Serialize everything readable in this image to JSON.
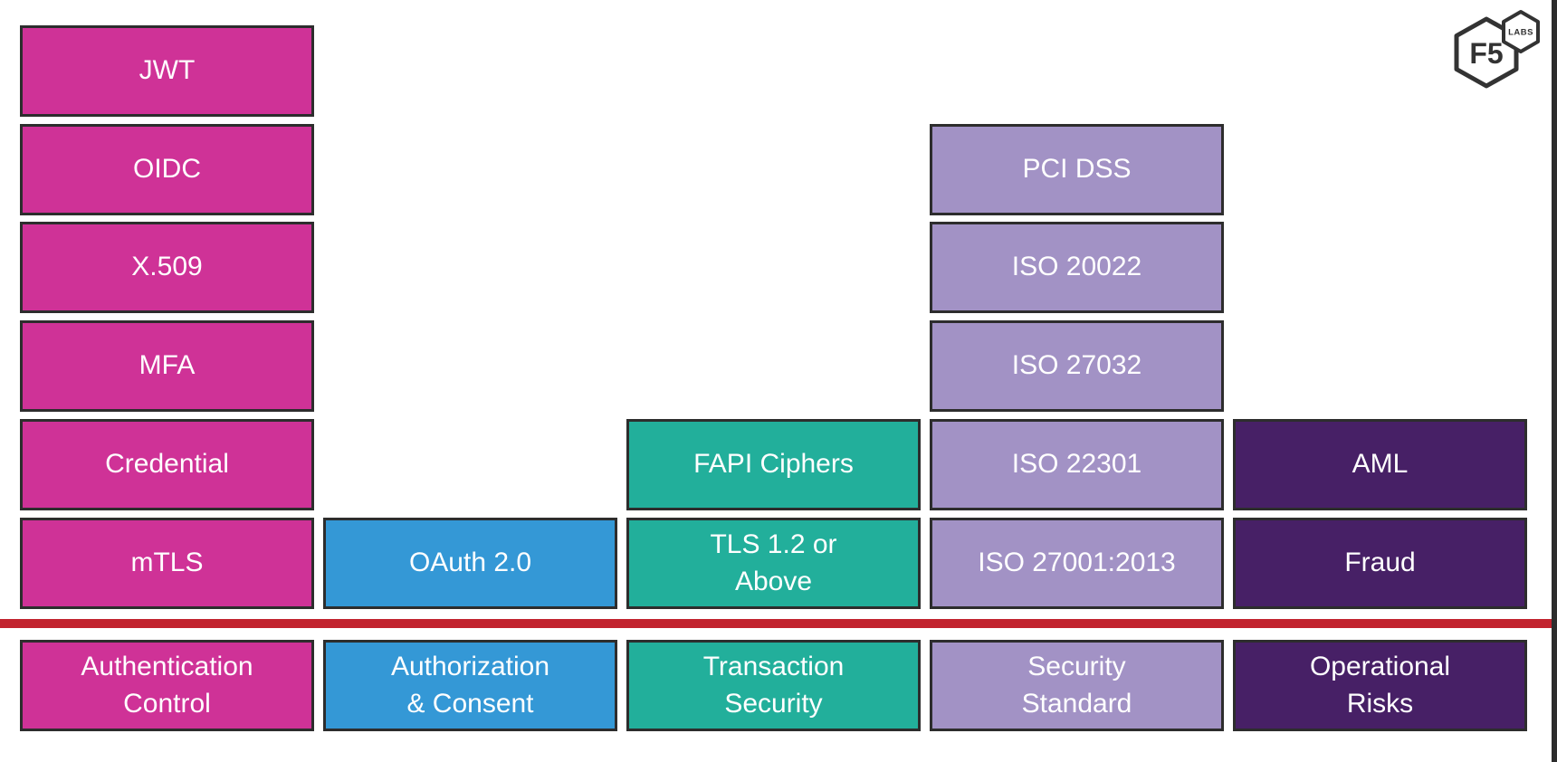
{
  "logo": {
    "brand": "F5",
    "sub": "LABS"
  },
  "colors": {
    "pink": "#CF3297",
    "blue": "#3498D6",
    "teal": "#22AF9B",
    "lightpurple": "#A292C5",
    "darkpurple": "#472066",
    "red_line": "#C2232E",
    "box_border": "#2D2D2D",
    "logo_ink": "#333333",
    "text": "#FFFFFF"
  },
  "columns": [
    {
      "name": "authentication-control",
      "color": "#CF3297",
      "footer": "Authentication\nControl",
      "boxes": [
        "JWT",
        "OIDC",
        "X.509",
        "MFA",
        "Credential",
        "mTLS"
      ]
    },
    {
      "name": "authorization-consent",
      "color": "#3498D6",
      "footer": "Authorization\n& Consent",
      "boxes": [
        "OAuth 2.0"
      ]
    },
    {
      "name": "transaction-security",
      "color": "#22AF9B",
      "footer": "Transaction\nSecurity",
      "boxes": [
        "FAPI Ciphers",
        "TLS 1.2 or\nAbove"
      ]
    },
    {
      "name": "security-standard",
      "color": "#A292C5",
      "footer": "Security\nStandard",
      "boxes": [
        "PCI DSS",
        "ISO 20022",
        "ISO 27032",
        "ISO 22301",
        "ISO 27001:2013"
      ]
    },
    {
      "name": "operational-risks",
      "color": "#472066",
      "footer": "Operational\nRisks",
      "boxes": [
        "AML",
        "Fraud"
      ]
    }
  ]
}
